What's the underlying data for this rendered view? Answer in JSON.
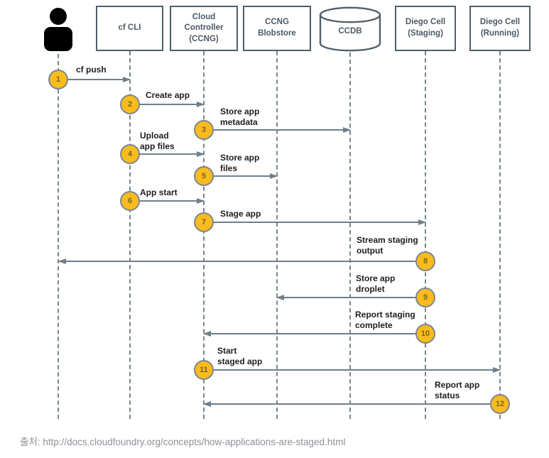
{
  "colors": {
    "box_border": "#4f5f6b",
    "box_text": "#4a5a68",
    "arrow": "#6e7e8a",
    "lifeline": "#78868f",
    "circle_fill": "#f9bb1d",
    "circle_border": "#7d868f",
    "circle_number": "#7a6420",
    "label_text": "#1e1e1e",
    "caption_text": "#8d9097",
    "person_icon": "#000000"
  },
  "actors": [
    {
      "id": "user",
      "type": "person",
      "label": ""
    },
    {
      "id": "cf-cli",
      "type": "box",
      "label": "cf CLI"
    },
    {
      "id": "cloud-controller",
      "type": "box",
      "label": "Cloud\nController\n(CCNG)"
    },
    {
      "id": "ccng-blobstore",
      "type": "box",
      "label": "CCNG\nBlobstore"
    },
    {
      "id": "ccdb",
      "type": "database",
      "label": "CCDB"
    },
    {
      "id": "diego-cell-staging",
      "type": "box",
      "label": "Diego Cell\n(Staging)"
    },
    {
      "id": "diego-cell-running",
      "type": "box",
      "label": "Diego Cell\n(Running)"
    }
  ],
  "messages": [
    {
      "num": "1",
      "label": "cf push",
      "from": "user",
      "to": "cf-cli"
    },
    {
      "num": "2",
      "label": "Create app",
      "from": "cf-cli",
      "to": "cloud-controller"
    },
    {
      "num": "3",
      "label": "Store app\nmetadata",
      "from": "cloud-controller",
      "to": "ccdb"
    },
    {
      "num": "4",
      "label": "Upload\napp files",
      "from": "cf-cli",
      "to": "cloud-controller"
    },
    {
      "num": "5",
      "label": "Store app\nfiles",
      "from": "cloud-controller",
      "to": "ccng-blobstore"
    },
    {
      "num": "6",
      "label": "App start",
      "from": "cf-cli",
      "to": "cloud-controller"
    },
    {
      "num": "7",
      "label": "Stage app",
      "from": "cloud-controller",
      "to": "diego-cell-staging"
    },
    {
      "num": "8",
      "label": "Stream staging\noutput",
      "from": "diego-cell-staging",
      "to": "user"
    },
    {
      "num": "9",
      "label": "Store app\ndroplet",
      "from": "diego-cell-staging",
      "to": "ccng-blobstore"
    },
    {
      "num": "10",
      "label": "Report staging\ncomplete",
      "from": "diego-cell-staging",
      "to": "cloud-controller"
    },
    {
      "num": "11",
      "label": "Start\nstaged app",
      "from": "cloud-controller",
      "to": "diego-cell-running"
    },
    {
      "num": "12",
      "label": "Report app\nstatus",
      "from": "diego-cell-running",
      "to": "cloud-controller"
    }
  ],
  "caption": "출처: http://docs.cloudfoundry.org/concepts/how-applications-are-staged.html"
}
